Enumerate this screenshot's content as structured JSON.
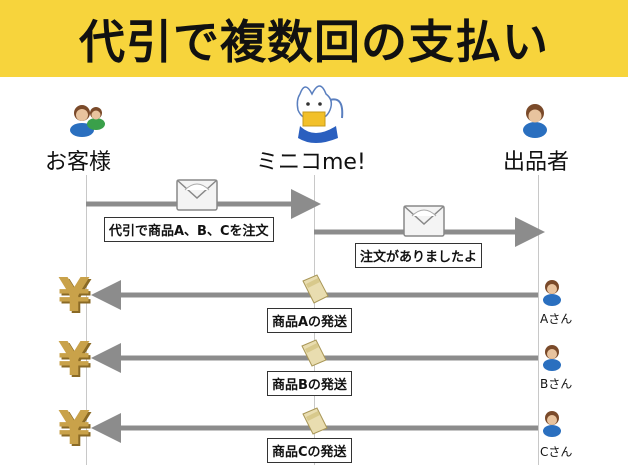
{
  "title": "代引で複数回の支払い",
  "actors": {
    "customer": "お客様",
    "minicome": "ミニコme!",
    "seller": "出品者"
  },
  "messages": {
    "order": "代引で商品A、B、Cを注文",
    "order_received": "注文がありましたよ",
    "ship_a": "商品Aの発送",
    "ship_b": "商品Bの発送",
    "ship_c": "商品Cの発送"
  },
  "sellers": {
    "a": "Aさん",
    "b": "Bさん",
    "c": "Cさん"
  },
  "payment_symbol": "¥",
  "colors": {
    "title_bg": "#f7d43c",
    "arrow": "#8c8c8c",
    "yen": "#c9a24a",
    "person_body": "#2a6fbf",
    "person_head": "#7a4a2a"
  },
  "icons": [
    "person-icon",
    "person-pair-icon",
    "cat-reading-icon",
    "envelope-icon",
    "package-icon",
    "yen-icon"
  ]
}
